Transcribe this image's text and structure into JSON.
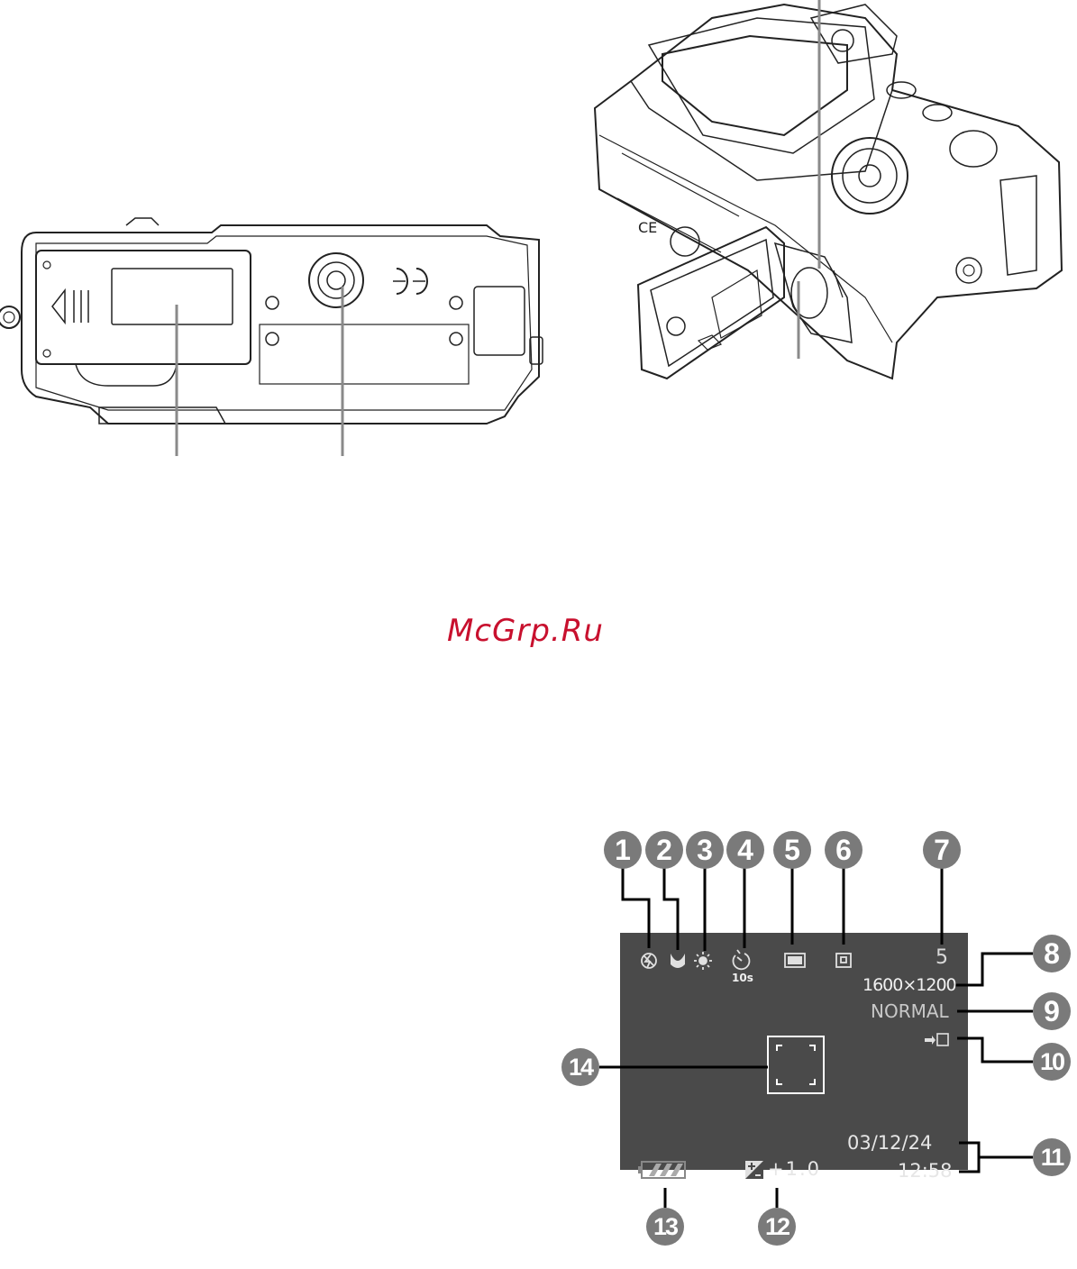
{
  "watermark": {
    "text": "McGrp.Ru",
    "color": "#c8102e"
  },
  "lcd": {
    "background": "#4a4a4a",
    "text_color": "#d9d9d9",
    "shots_remaining": "5",
    "resolution": "1600×1200",
    "quality": "NORMAL",
    "self_timer_label": "10s",
    "date": "03/12/24",
    "time": "12:58",
    "exposure_comp": "+1.0",
    "icons": [
      "flash-off-icon",
      "macro-icon",
      "white-balance-sun-icon",
      "self-timer-icon",
      "image-size-icon",
      "metering-icon",
      "internal-memory-icon",
      "exposure-comp-icon",
      "battery-icon"
    ]
  },
  "callouts": {
    "color": "#7a7a7a",
    "labels": [
      "1",
      "2",
      "3",
      "4",
      "5",
      "6",
      "7",
      "8",
      "9",
      "10",
      "11",
      "12",
      "13",
      "14"
    ]
  }
}
